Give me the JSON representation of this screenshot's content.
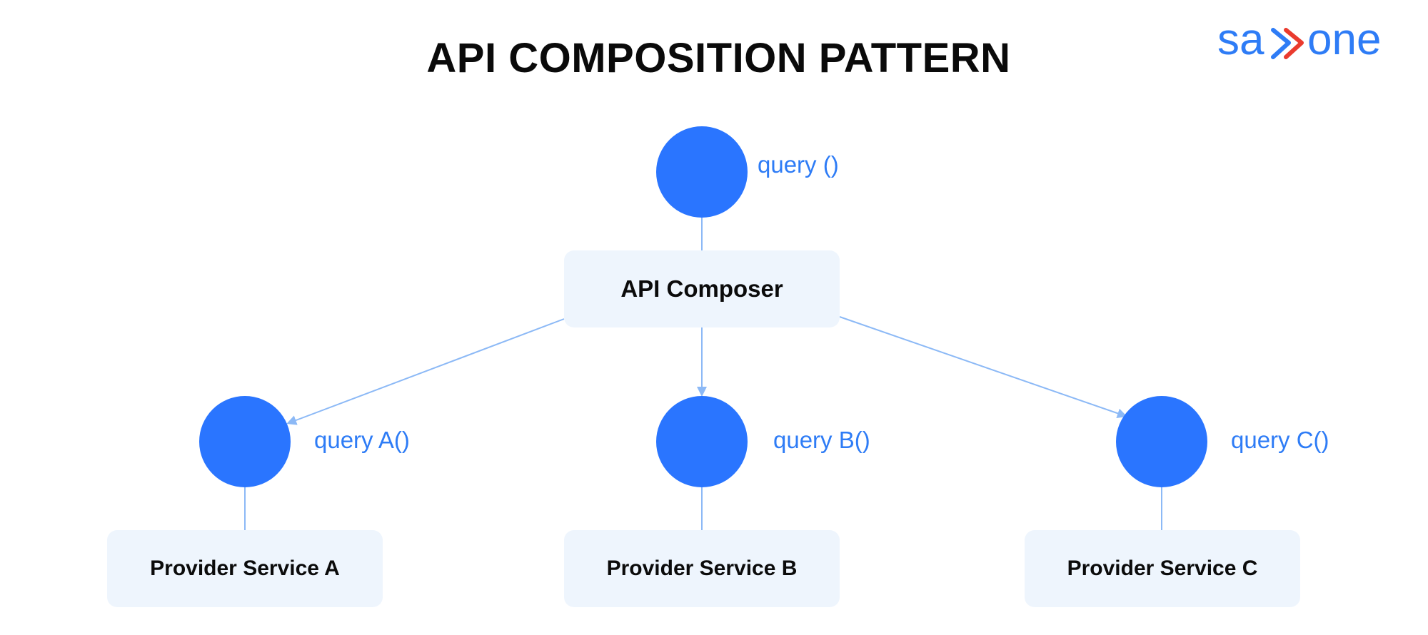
{
  "title": "API COMPOSITION PATTERN",
  "logo": {
    "text": "sayone",
    "color": "#2e7cf6",
    "accent_color": "#ea3b2e"
  },
  "colors": {
    "node": "#2a75ff",
    "connector": "#8cb9f6",
    "box_fill": "#eef5fd",
    "label": "#2e7cf6",
    "text": "#0b0b0b"
  },
  "nodes": {
    "client": {
      "query_label": "query ()"
    },
    "composer": {
      "label": "API Composer"
    },
    "providers": [
      {
        "query_label": "query A()",
        "service_label": "Provider Service A"
      },
      {
        "query_label": "query B()",
        "service_label": "Provider Service B"
      },
      {
        "query_label": "query C()",
        "service_label": "Provider Service C"
      }
    ]
  },
  "edges": [
    {
      "from": "client",
      "to": "composer",
      "arrow": false
    },
    {
      "from": "composer",
      "to": "query A()",
      "arrow": true
    },
    {
      "from": "composer",
      "to": "query B()",
      "arrow": true
    },
    {
      "from": "composer",
      "to": "query C()",
      "arrow": true
    },
    {
      "from": "query A()",
      "to": "Provider Service A",
      "arrow": false
    },
    {
      "from": "query B()",
      "to": "Provider Service B",
      "arrow": false
    },
    {
      "from": "query C()",
      "to": "Provider Service C",
      "arrow": false
    }
  ]
}
